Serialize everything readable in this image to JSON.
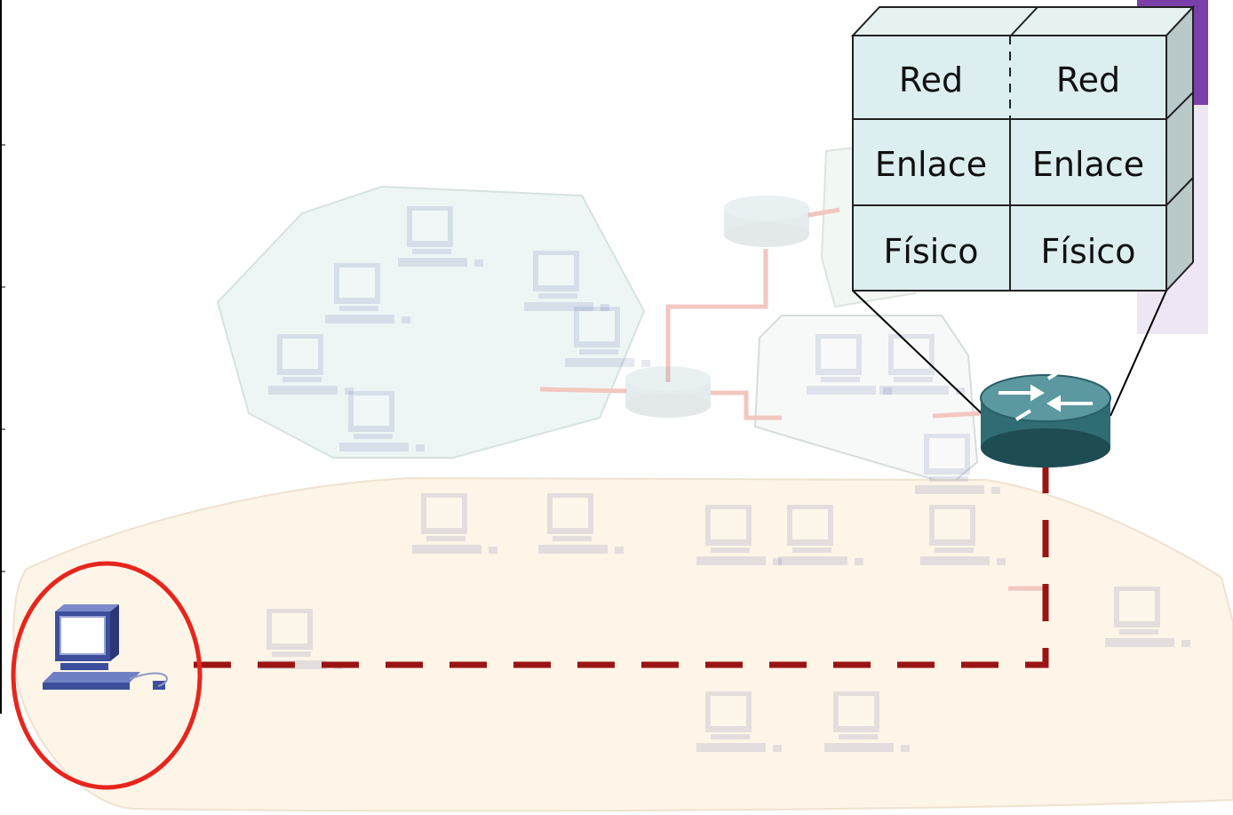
{
  "stack": {
    "left": {
      "network": "Red",
      "link": "Enlace",
      "physical": "Físico"
    },
    "right": {
      "network": "Red",
      "link": "Enlace",
      "physical": "Físico"
    }
  },
  "colors": {
    "link_dashed": "#9b1414",
    "highlight_circle": "#e8251c",
    "accent_bar": "#7a3fa8",
    "stack_face": "#dceef0",
    "stack_side": "#b9c8c9",
    "lan_bottom_fill": "#fdf5e8",
    "lan_top_fill": "#eef6f5",
    "faded_link": "#f2c7c0"
  },
  "icons": {
    "host": "workstation-icon",
    "router": "router-icon",
    "faded_hosts": "workstation-icon",
    "faded_routers": "router-icon"
  }
}
